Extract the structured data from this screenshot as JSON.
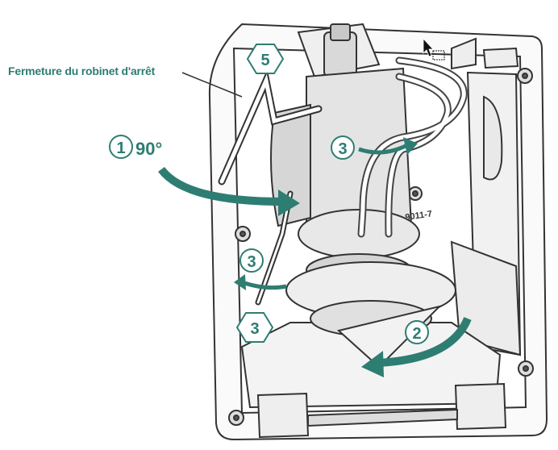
{
  "callout": {
    "label": "Fermeture du robinet d'arrêt"
  },
  "steps": {
    "step1": {
      "number": "1",
      "angle": "90°"
    },
    "step2": {
      "number": "2"
    },
    "step3_top": {
      "number": "3"
    },
    "step3_left": {
      "number": "3"
    },
    "step3_bottom": {
      "number": "3"
    },
    "step5": {
      "number": "5"
    }
  },
  "part_marking": "9011-7",
  "colors": {
    "accent": "#2e7d72",
    "line": "#333333",
    "shade": "#e3e3e3"
  },
  "icons": [
    "cursor-arrow-icon"
  ]
}
